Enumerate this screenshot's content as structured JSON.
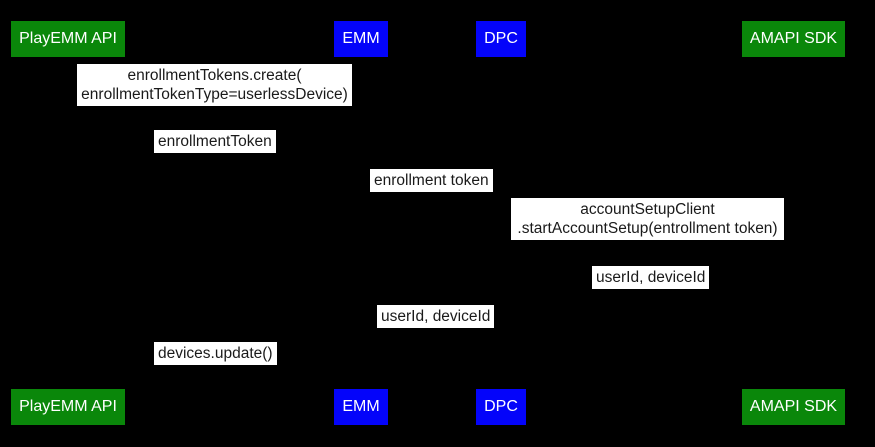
{
  "colors": {
    "background": "#000000",
    "actor_green": "#0a870a",
    "actor_blue": "#0404fa",
    "actor_text": "#ffffff",
    "message_bg": "#ffffff",
    "message_text": "#1a1a1a"
  },
  "actors": [
    {
      "label": "PlayEMM API",
      "color": "#0a870a"
    },
    {
      "label": "EMM",
      "color": "#0404fa"
    },
    {
      "label": "DPC",
      "color": "#0404fa"
    },
    {
      "label": "AMAPI SDK",
      "color": "#0a870a"
    }
  ],
  "messages": [
    {
      "lines": [
        "enrollmentTokens.create(",
        "enrollmentTokenType=userlessDevice)"
      ]
    },
    {
      "lines": [
        "enrollmentToken"
      ]
    },
    {
      "lines": [
        "enrollment token"
      ]
    },
    {
      "lines": [
        "accountSetupClient",
        ".startAccountSetup(entrollment token)"
      ]
    },
    {
      "lines": [
        "userId, deviceId"
      ]
    },
    {
      "lines": [
        "userId, deviceId"
      ]
    },
    {
      "lines": [
        "devices.update()"
      ]
    }
  ]
}
